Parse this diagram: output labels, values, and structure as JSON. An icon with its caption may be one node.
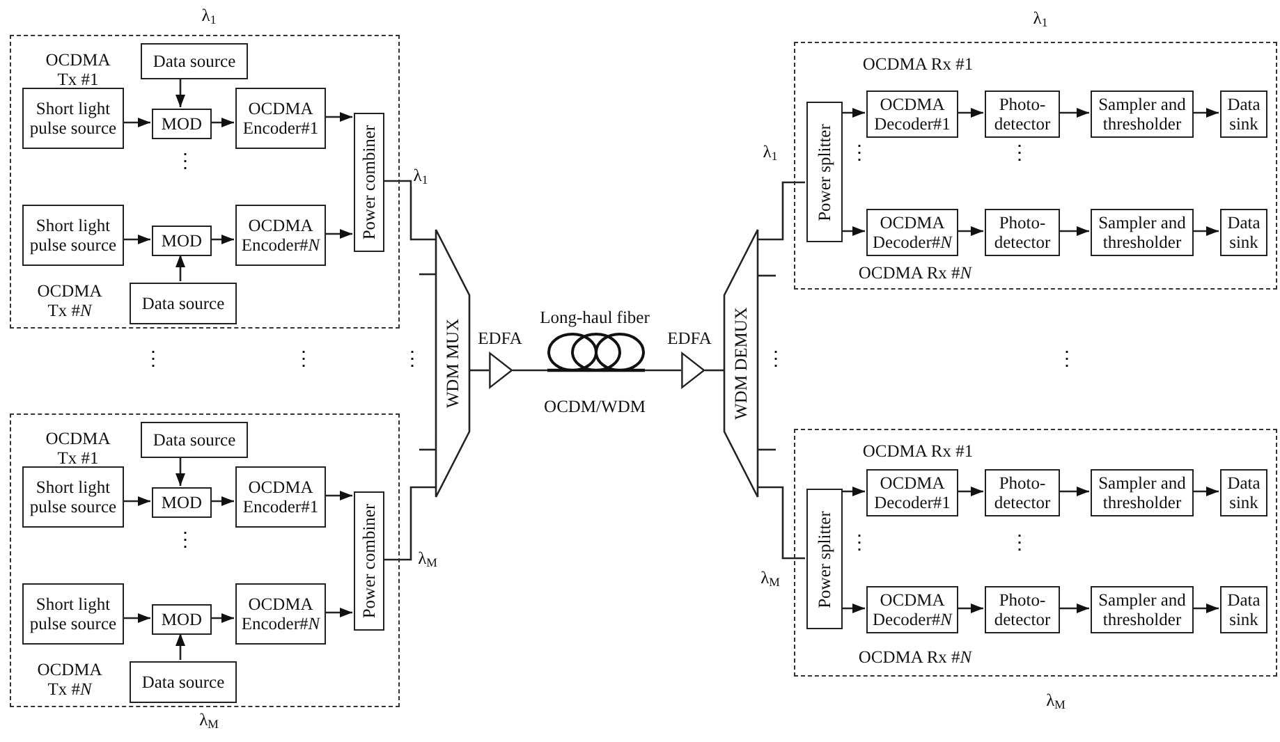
{
  "diagram": {
    "nodes": [
      {
        "text": [
          "OCDMA Tx #1",
          "OCDMA Tx #*N*"
        ],
        "beside": [
          "λ$_{1}$"
        ]
      },
      {
        "text": [
          "Data source"
        ],
        "in": 0
      },
      {
        "text": [
          "Short light pulse source"
        ],
        "in": 0
      },
      {
        "text": [
          "MOD"
        ],
        "in": 0
      },
      {
        "text": [
          "OCDMA Encoder#1"
        ],
        "in": 0
      },
      {
        "text": [
          "Power combiner"
        ],
        "in": 0
      },
      {
        "text": [
          "Short light pulse source"
        ],
        "in": 0
      },
      {
        "text": [
          "MOD"
        ],
        "in": 0
      },
      {
        "text": [
          "OCDMA Encoder#*N*"
        ],
        "in": 0
      },
      {
        "text": [
          "Data source"
        ],
        "in": 0
      },
      {
        "text": [
          "OCDMA Tx #1",
          "OCDMA Tx #*N*"
        ],
        "beside": [
          "λ$_{M}$"
        ]
      },
      {
        "text": [
          "Data source"
        ],
        "in": 10
      },
      {
        "text": [
          "Short light pulse source"
        ],
        "in": 10
      },
      {
        "text": [
          "MOD"
        ],
        "in": 10
      },
      {
        "text": [
          "OCDMA Encoder#1"
        ],
        "in": 10
      },
      {
        "text": [
          "Power combiner"
        ],
        "in": 10
      },
      {
        "text": [
          "Short light pulse source"
        ],
        "in": 10
      },
      {
        "text": [
          "MOD"
        ],
        "in": 10
      },
      {
        "text": [
          "OCDMA Encoder#*N*"
        ],
        "in": 10
      },
      {
        "text": [
          "Data source"
        ],
        "in": 10
      },
      {
        "text": [
          "WDM MUX"
        ]
      },
      {
        "text": [],
        "shape": "triangle",
        "beside": [
          "EDFA"
        ]
      },
      {
        "text": [],
        "shape": "coil",
        "beside": [
          "Long-haul fiber",
          "OCDM/WDM"
        ]
      },
      {
        "text": [],
        "shape": "triangle",
        "beside": [
          "EDFA"
        ]
      },
      {
        "text": [
          "WDM DEMUX"
        ]
      },
      {
        "text": [
          "OCDMA Rx #1",
          "OCDMA Rx #*N*"
        ],
        "beside": [
          "λ$_{1}$"
        ]
      },
      {
        "text": [
          "Power splitter"
        ],
        "in": 25
      },
      {
        "text": [
          "OCDMA Decoder#1"
        ],
        "in": 25
      },
      {
        "text": [
          "Photo-detector"
        ],
        "in": 25
      },
      {
        "text": [
          "Sampler and thresholder"
        ],
        "in": 25
      },
      {
        "text": [
          "Data sink"
        ],
        "in": 25
      },
      {
        "text": [
          "OCDMA Decoder#*N*"
        ],
        "in": 25
      },
      {
        "text": [
          "Photo-detector"
        ],
        "in": 25
      },
      {
        "text": [
          "Sampler and thresholder"
        ],
        "in": 25
      },
      {
        "text": [
          "Data sink"
        ],
        "in": 25
      },
      {
        "text": [
          "OCDMA Rx #1",
          "OCDMA Rx #*N*"
        ],
        "beside": [
          "λ$_{M}$"
        ]
      },
      {
        "text": [
          "Power splitter"
        ],
        "in": 35
      },
      {
        "text": [
          "OCDMA Decoder#1"
        ],
        "in": 35
      },
      {
        "text": [
          "Photo-detector"
        ],
        "in": 35
      },
      {
        "text": [
          "Sampler and thresholder"
        ],
        "in": 35
      },
      {
        "text": [
          "Data sink"
        ],
        "in": 35
      },
      {
        "text": [
          "OCDMA Decoder#*N*"
        ],
        "in": 35
      },
      {
        "text": [
          "Photo-detector"
        ],
        "in": 35
      },
      {
        "text": [
          "Sampler and thresholder"
        ],
        "in": 35
      },
      {
        "text": [
          "Data sink"
        ],
        "in": 35
      }
    ],
    "edges": [
      {
        "from": 1,
        "to": 3,
        "arrow": "to"
      },
      {
        "from": 2,
        "to": 3,
        "arrow": "to"
      },
      {
        "from": 3,
        "to": 4,
        "arrow": "to"
      },
      {
        "from": 4,
        "to": 5,
        "arrow": "to"
      },
      {
        "from": 6,
        "to": 7,
        "arrow": "to"
      },
      {
        "from": 9,
        "to": 7,
        "arrow": "to"
      },
      {
        "from": 7,
        "to": 8,
        "arrow": "to"
      },
      {
        "from": 8,
        "to": 5,
        "arrow": "to"
      },
      {
        "from": 11,
        "to": 13,
        "arrow": "to"
      },
      {
        "from": 12,
        "to": 13,
        "arrow": "to"
      },
      {
        "from": 13,
        "to": 14,
        "arrow": "to"
      },
      {
        "from": 14,
        "to": 15,
        "arrow": "to"
      },
      {
        "from": 16,
        "to": 17,
        "arrow": "to"
      },
      {
        "from": 19,
        "to": 17,
        "arrow": "to"
      },
      {
        "from": 17,
        "to": 18,
        "arrow": "to"
      },
      {
        "from": 18,
        "to": 15,
        "arrow": "to"
      },
      {
        "from": 5,
        "to": 20,
        "arrow": "none",
        "label": "λ$_{1}$"
      },
      {
        "from": 15,
        "to": 20,
        "arrow": "none",
        "label": "λ$_{M}$"
      },
      {
        "from": null,
        "to": 20,
        "arrow": "none"
      },
      {
        "from": null,
        "to": 20,
        "arrow": "none"
      },
      {
        "from": 20,
        "to": 21,
        "arrow": "none"
      },
      {
        "from": 21,
        "to": 22,
        "arrow": "none"
      },
      {
        "from": 22,
        "to": 23,
        "arrow": "none"
      },
      {
        "from": 23,
        "to": 24,
        "arrow": "none"
      },
      {
        "from": 24,
        "to": 26,
        "arrow": "none",
        "label": "λ$_{1}$"
      },
      {
        "from": 24,
        "to": 36,
        "arrow": "none",
        "label": "λ$_{M}$"
      },
      {
        "from": 24,
        "to": null,
        "arrow": "none"
      },
      {
        "from": 24,
        "to": null,
        "arrow": "none"
      },
      {
        "from": 26,
        "to": 27,
        "arrow": "to"
      },
      {
        "from": 27,
        "to": 28,
        "arrow": "to"
      },
      {
        "from": 28,
        "to": 29,
        "arrow": "to"
      },
      {
        "from": 29,
        "to": 30,
        "arrow": "to"
      },
      {
        "from": 26,
        "to": 31,
        "arrow": "to"
      },
      {
        "from": 31,
        "to": 32,
        "arrow": "to"
      },
      {
        "from": 32,
        "to": 33,
        "arrow": "to"
      },
      {
        "from": 33,
        "to": 34,
        "arrow": "to"
      },
      {
        "from": 36,
        "to": 37,
        "arrow": "to"
      },
      {
        "from": 37,
        "to": 38,
        "arrow": "to"
      },
      {
        "from": 38,
        "to": 39,
        "arrow": "to"
      },
      {
        "from": 39,
        "to": 40,
        "arrow": "to"
      },
      {
        "from": 36,
        "to": 41,
        "arrow": "to"
      },
      {
        "from": 41,
        "to": 42,
        "arrow": "to"
      },
      {
        "from": 42,
        "to": 43,
        "arrow": "to"
      },
      {
        "from": 43,
        "to": 44,
        "arrow": "to"
      }
    ],
    "labels": [
      "⋮",
      "⋮",
      "⋮",
      "⋮",
      "⋮",
      "⋮",
      "⋮",
      "⋮",
      "⋮",
      "⋮",
      "⋮"
    ]
  }
}
